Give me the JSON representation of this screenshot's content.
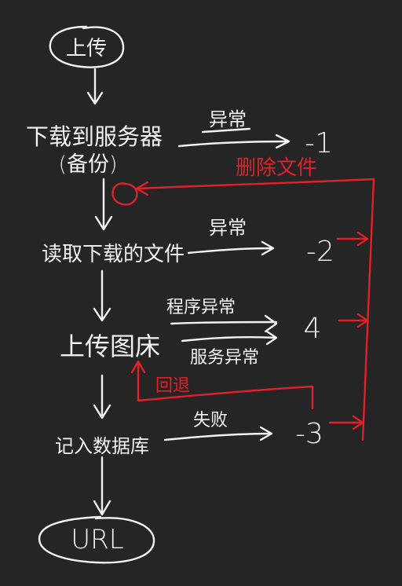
{
  "colors": {
    "background": "#252525",
    "ink": "#f2f2f2",
    "red": "#e0202a"
  },
  "nodes": {
    "start": "上传",
    "download_line1": "下载到服务器",
    "download_line2": "(备份)",
    "read": "读取下载的文件",
    "upload_bed": "上传图床",
    "db": "记入数据库",
    "end": "URL"
  },
  "branches": {
    "exception_1": "异常",
    "exception_2": "异常",
    "program_exception": "程序异常",
    "server_exception": "服务异常",
    "fail": "失败"
  },
  "codes": {
    "c1": "-1",
    "c2": "-2",
    "c4": "4",
    "c3": "-3"
  },
  "red_labels": {
    "delete_file": "删除文件",
    "rollback": "回退"
  }
}
